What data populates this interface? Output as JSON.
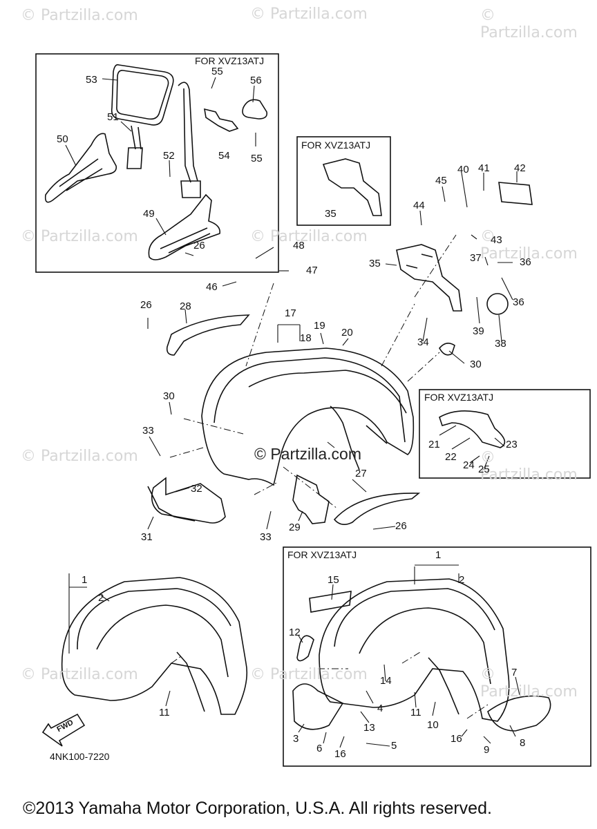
{
  "watermark": "© Partzilla.com",
  "center_watermark": "© Partzilla.com",
  "box_titles": [
    "FOR XVZ13ATJ",
    "FOR XVZ13ATJ",
    "FOR XVZ13ATJ",
    "FOR XVZ13ATJ"
  ],
  "diagram_code": "4NK100-7220",
  "fwd_arrow": "FWD",
  "footer": "©2013 Yamaha Motor Corporation, U.S.A. All rights reserved.",
  "labels": [
    "53",
    "55",
    "56",
    "51",
    "50",
    "54",
    "55",
    "52",
    "49",
    "26",
    "48",
    "47",
    "46",
    "45",
    "40",
    "41",
    "42",
    "44",
    "43",
    "35",
    "37",
    "36",
    "36",
    "39",
    "38",
    "34",
    "30",
    "26",
    "28",
    "17",
    "18",
    "19",
    "20",
    "30",
    "33",
    "21",
    "22",
    "23",
    "24",
    "25",
    "27",
    "32",
    "31",
    "33",
    "29",
    "26",
    "1",
    "2",
    "15",
    "12",
    "14",
    "11",
    "4",
    "13",
    "10",
    "7",
    "3",
    "6",
    "16",
    "5",
    "16",
    "9",
    "8",
    "1",
    "2",
    "11",
    "35"
  ]
}
